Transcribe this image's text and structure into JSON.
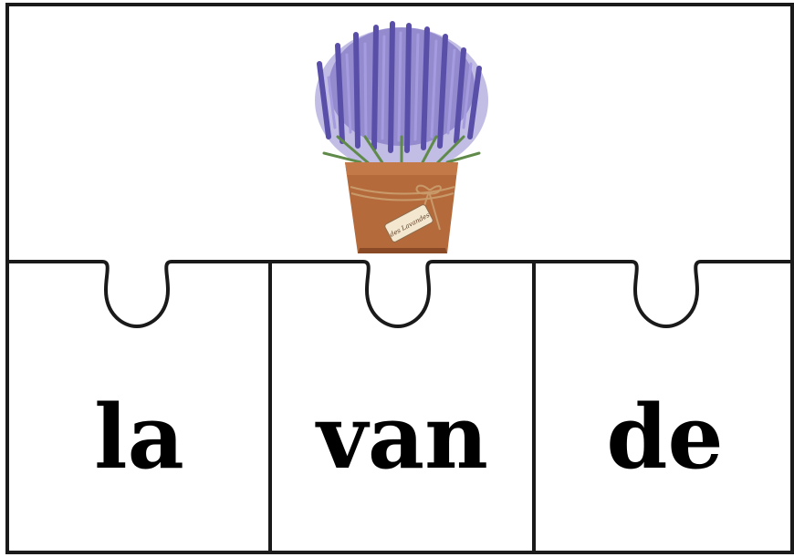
{
  "puzzle": {
    "picture": "lavender-pot",
    "tag_text": "des Lavandes",
    "syllables": [
      "la",
      "van",
      "de"
    ]
  },
  "colors": {
    "line": "#1a1a1a",
    "lavender_dark": "#5a4fa8",
    "lavender_light": "#9a8fd6",
    "leaf": "#5f8a4a",
    "pot": "#b56a3c",
    "pot_shadow": "#8a4a26",
    "twine": "#c89a6a"
  }
}
